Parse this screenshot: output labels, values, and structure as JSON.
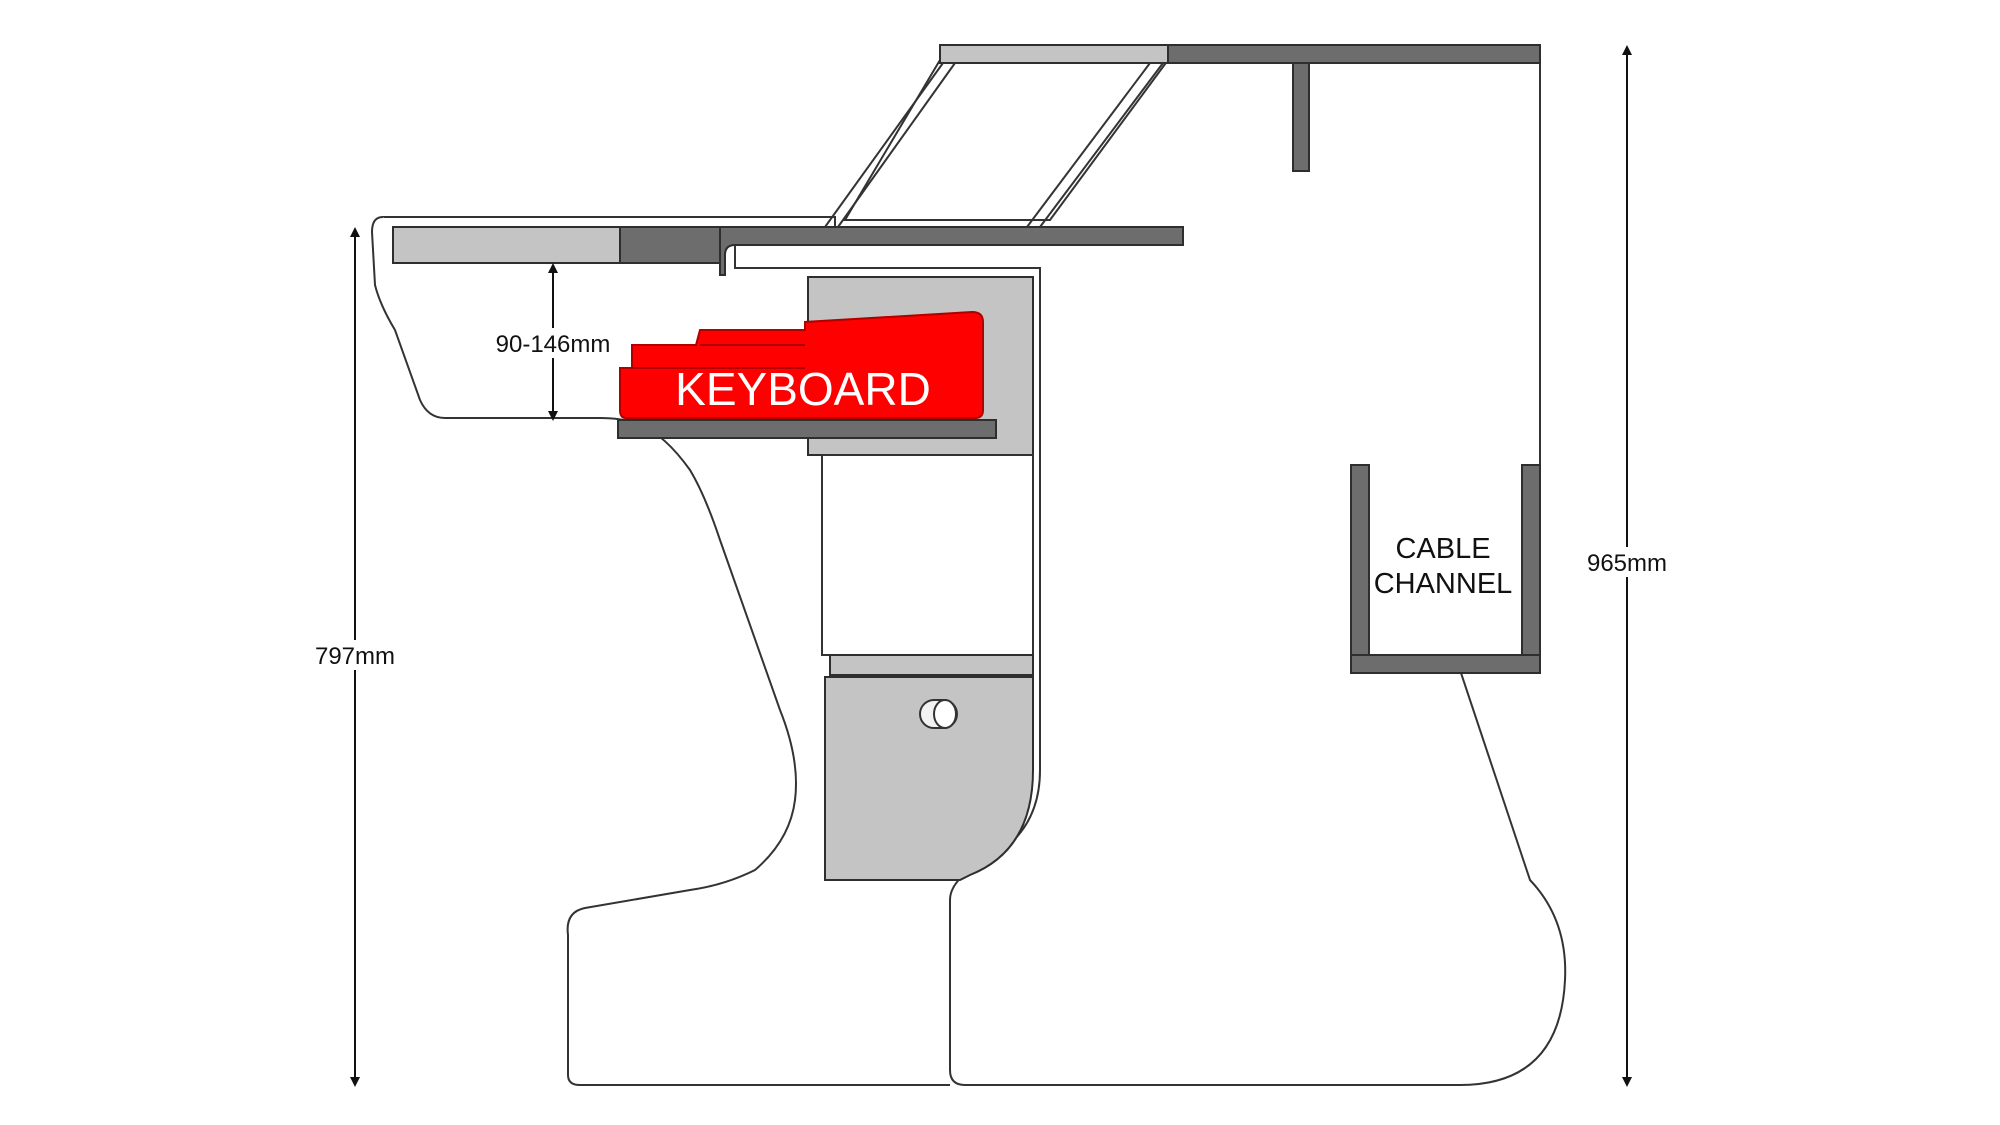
{
  "dimensions": {
    "overall_height": "965mm",
    "desk_height": "797mm",
    "keyboard_clearance": "90-146mm"
  },
  "labels": {
    "keyboard": "KEYBOARD",
    "cable_channel_line1": "CABLE",
    "cable_channel_line2": "CHANNEL"
  },
  "colors": {
    "keyboard": "#ff0000",
    "panel_dark": "#6d6d6d",
    "panel_light": "#c4c4c4",
    "outline": "#333333"
  }
}
